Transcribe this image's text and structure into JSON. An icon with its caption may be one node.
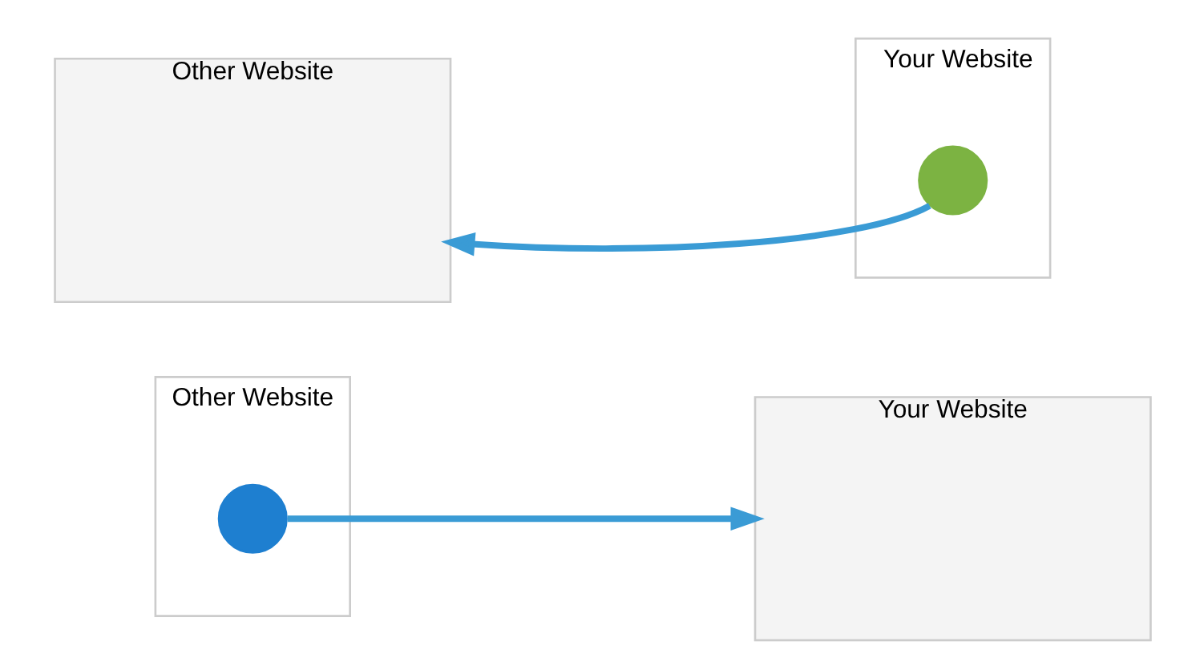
{
  "diagram": {
    "nodes": [
      {
        "text": [
          "Other Website"
        ]
      },
      {
        "text": [],
        "shape": "circle",
        "in": 0
      },
      {
        "text": [
          "Your Website"
        ]
      },
      {
        "text": [
          "Other Website"
        ]
      },
      {
        "text": [
          "Your Website"
        ]
      },
      {
        "text": [],
        "shape": "circle",
        "in": 4
      }
    ],
    "edges": [
      {
        "from": 1,
        "to": 2,
        "arrow": "to"
      },
      {
        "from": 5,
        "to": 3,
        "arrow": "to"
      }
    ]
  }
}
